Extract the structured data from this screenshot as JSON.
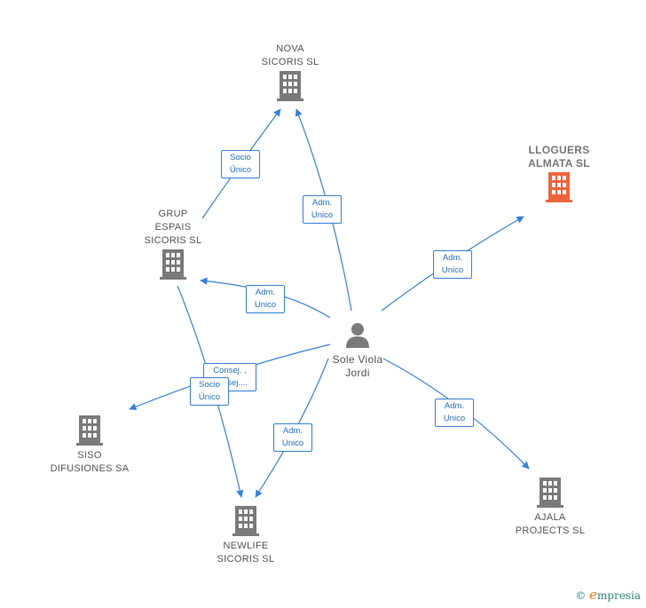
{
  "colors": {
    "edge": "#3a82d6",
    "building": "#7a7a7a",
    "building_highlight": "#f0643c",
    "person": "#7a7a7a"
  },
  "nodes": [
    {
      "id": "nova",
      "label": "NOVA\nSICORIS SL",
      "icon": "building-icon",
      "highlight": false
    },
    {
      "id": "lloguers",
      "label": "LLOGUERS\nALMATA  SL",
      "icon": "building-icon",
      "highlight": true
    },
    {
      "id": "grup",
      "label": "GRUP\nESPAIS\nSICORIS SL",
      "icon": "building-icon",
      "highlight": false
    },
    {
      "id": "person",
      "label": "Sole Viola\nJordi",
      "icon": "person-icon",
      "highlight": false
    },
    {
      "id": "siso",
      "label": "SISO\nDIFUSIONES SA",
      "icon": "building-icon",
      "highlight": false
    },
    {
      "id": "ajala",
      "label": "AJALA\nPROJECTS SL",
      "icon": "building-icon",
      "highlight": false
    },
    {
      "id": "newlife",
      "label": "NEWLIFE\nSICORIS  SL",
      "icon": "building-icon",
      "highlight": false
    }
  ],
  "edge_labels": [
    "Socio\nÚnico",
    "Adm.\nUnico",
    "Adm.\nUnico",
    "Adm.\nUnico",
    "Consej. ,\nConsej....",
    "Socio\nÚnico",
    "Adm.\nUnico",
    "Adm.\nUnico"
  ],
  "footer": {
    "copyright": "©",
    "brand_initial": "e",
    "brand_rest": "mpresia"
  }
}
